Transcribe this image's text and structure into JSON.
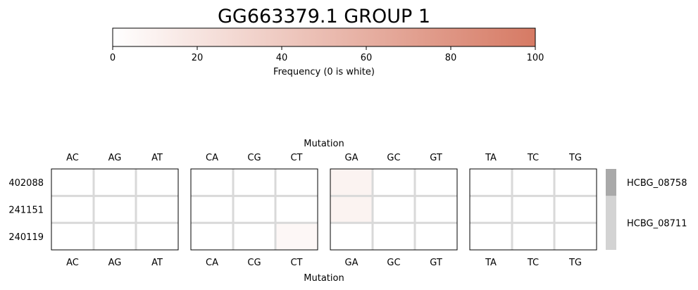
{
  "chart_data": {
    "type": "heatmap",
    "title": "GG663379.1 GROUP 1",
    "colorbar": {
      "label": "Frequency (0 is white)",
      "min": 0,
      "max": 100,
      "ticks": [
        0,
        20,
        40,
        60,
        80,
        100
      ],
      "color_low": "#ffffff",
      "color_high": "#d67a64"
    },
    "xlabel": "Mutation",
    "rows": [
      "402088",
      "241151",
      "240119"
    ],
    "panels": [
      {
        "columns": [
          "AC",
          "AG",
          "AT"
        ],
        "values": [
          [
            0,
            0,
            0
          ],
          [
            0,
            0,
            0
          ],
          [
            0,
            0,
            0
          ]
        ]
      },
      {
        "columns": [
          "CA",
          "CG",
          "CT"
        ],
        "values": [
          [
            0,
            0,
            0
          ],
          [
            0,
            0,
            0
          ],
          [
            0,
            0,
            6
          ]
        ]
      },
      {
        "columns": [
          "GA",
          "GC",
          "GT"
        ],
        "values": [
          [
            9,
            0,
            0
          ],
          [
            9,
            0,
            0
          ],
          [
            0,
            0,
            0
          ]
        ]
      },
      {
        "columns": [
          "TA",
          "TC",
          "TG"
        ],
        "values": [
          [
            0,
            0,
            0
          ],
          [
            0,
            0,
            0
          ],
          [
            0,
            0,
            0
          ]
        ]
      }
    ],
    "groups": [
      {
        "name": "HCBG_08758",
        "rows": 1,
        "color": "#a9a9a9"
      },
      {
        "name": "HCBG_08711",
        "rows": 2,
        "color": "#d3d3d3"
      }
    ],
    "grid": true,
    "grid_color": "#d9d9d9"
  }
}
